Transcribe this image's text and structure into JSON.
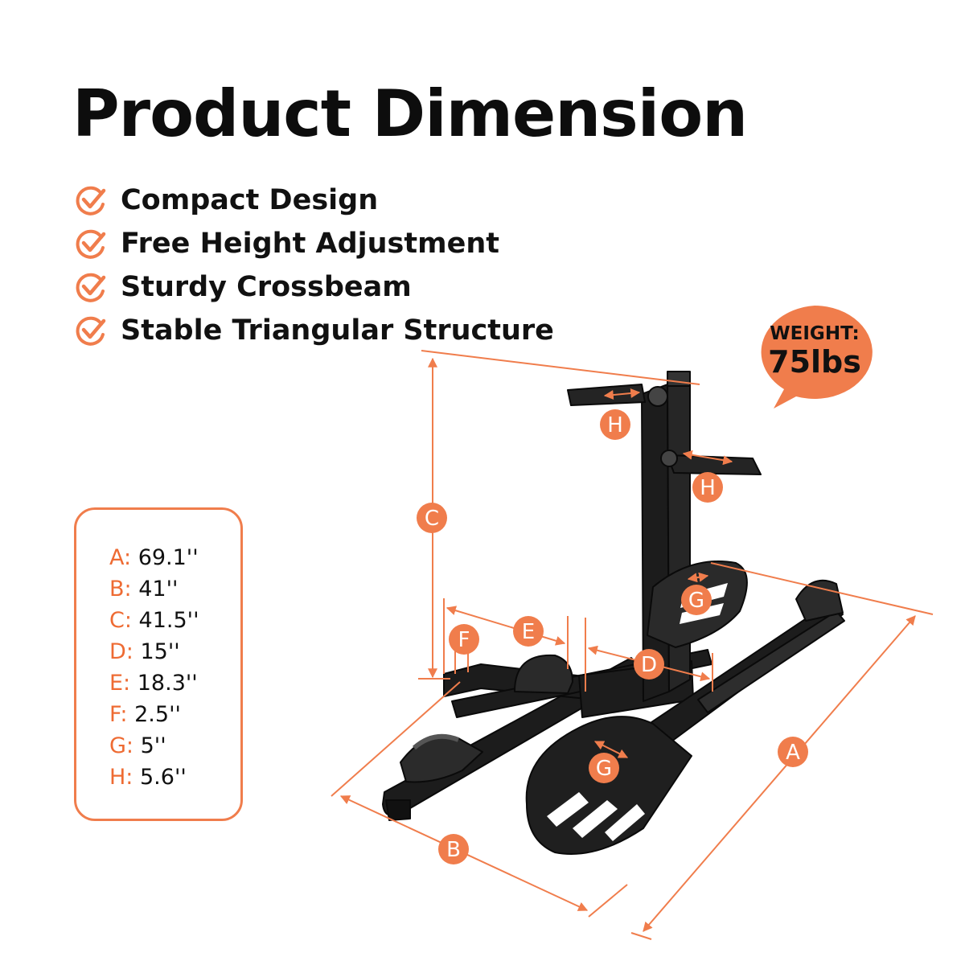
{
  "title": "Product Dimension",
  "features": [
    {
      "icon": "orange-check-circle-icon",
      "text": "Compact Design"
    },
    {
      "icon": "orange-check-circle-icon",
      "text": "Free Height Adjustment"
    },
    {
      "icon": "orange-check-circle-icon",
      "text": "Sturdy Crossbeam"
    },
    {
      "icon": "orange-check-circle-icon",
      "text": "Stable Triangular Structure"
    }
  ],
  "weight": {
    "label": "WEIGHT:",
    "value": "75lbs"
  },
  "specs": [
    {
      "key": "A:",
      "value": "69.1''"
    },
    {
      "key": "B:",
      "value": "41''"
    },
    {
      "key": "C:",
      "value": "41.5''"
    },
    {
      "key": "D:",
      "value": "15''"
    },
    {
      "key": "E:",
      "value": "18.3''"
    },
    {
      "key": "F:",
      "value": "2.5''"
    },
    {
      "key": "G:",
      "value": "5''"
    },
    {
      "key": "H:",
      "value": "5.6''"
    }
  ],
  "markers": {
    "a": "A",
    "b": "B",
    "c": "C",
    "d": "D",
    "e": "E",
    "f": "F",
    "g1": "G",
    "g2": "G",
    "h1": "H",
    "h2": "H"
  },
  "colors": {
    "accent": "#f07d4c",
    "dark": "#1a1a1a",
    "text": "#111111"
  }
}
